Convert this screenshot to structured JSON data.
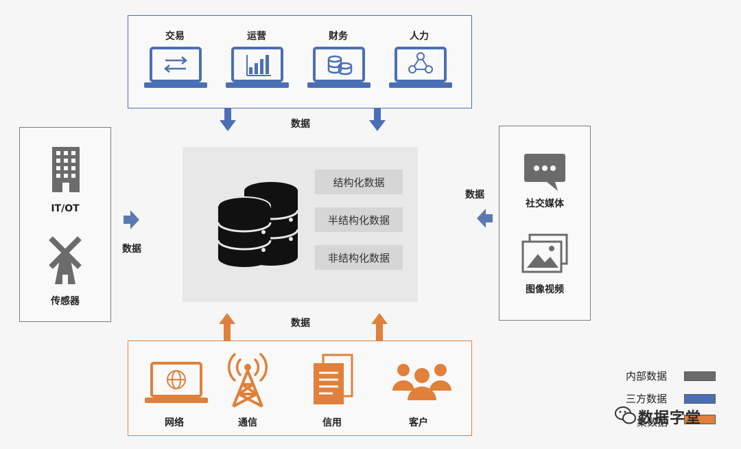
{
  "top_group": {
    "items": [
      {
        "label": "交易",
        "icon": "arrows-exchange-laptop-icon"
      },
      {
        "label": "运营",
        "icon": "bar-chart-laptop-icon"
      },
      {
        "label": "财务",
        "icon": "coins-laptop-icon"
      },
      {
        "label": "人力",
        "icon": "people-network-laptop-icon"
      }
    ],
    "flow_label": "数据",
    "color": "#4a6fb5"
  },
  "left_group": {
    "items": [
      {
        "label": "IT/OT",
        "icon": "building-icon"
      },
      {
        "label": "传感器",
        "icon": "windmill-icon"
      }
    ],
    "flow_label": "数据",
    "color": "#6b6b6b"
  },
  "right_group": {
    "items": [
      {
        "label": "社交媒体",
        "icon": "chat-bubble-icon"
      },
      {
        "label": "图像视频",
        "icon": "image-gallery-icon"
      }
    ],
    "flow_label": "数据",
    "color": "#6b6b6b"
  },
  "bottom_group": {
    "items": [
      {
        "label": "网络",
        "icon": "globe-laptop-icon"
      },
      {
        "label": "通信",
        "icon": "signal-tower-icon"
      },
      {
        "label": "信用",
        "icon": "documents-icon"
      },
      {
        "label": "客户",
        "icon": "customers-group-icon"
      }
    ],
    "flow_label": "数据",
    "color": "#e0803a"
  },
  "center": {
    "icon": "database-servers-icon",
    "data_types": [
      "结构化数据",
      "半结构化数据",
      "非结构化数据"
    ]
  },
  "legend": [
    {
      "label": "内部数据",
      "color": "#6b6b6b"
    },
    {
      "label": "三方数据",
      "color": "#4a6fb5"
    },
    {
      "label": "集数据",
      "color": "#e0803a"
    }
  ],
  "watermark": "数据字堂"
}
